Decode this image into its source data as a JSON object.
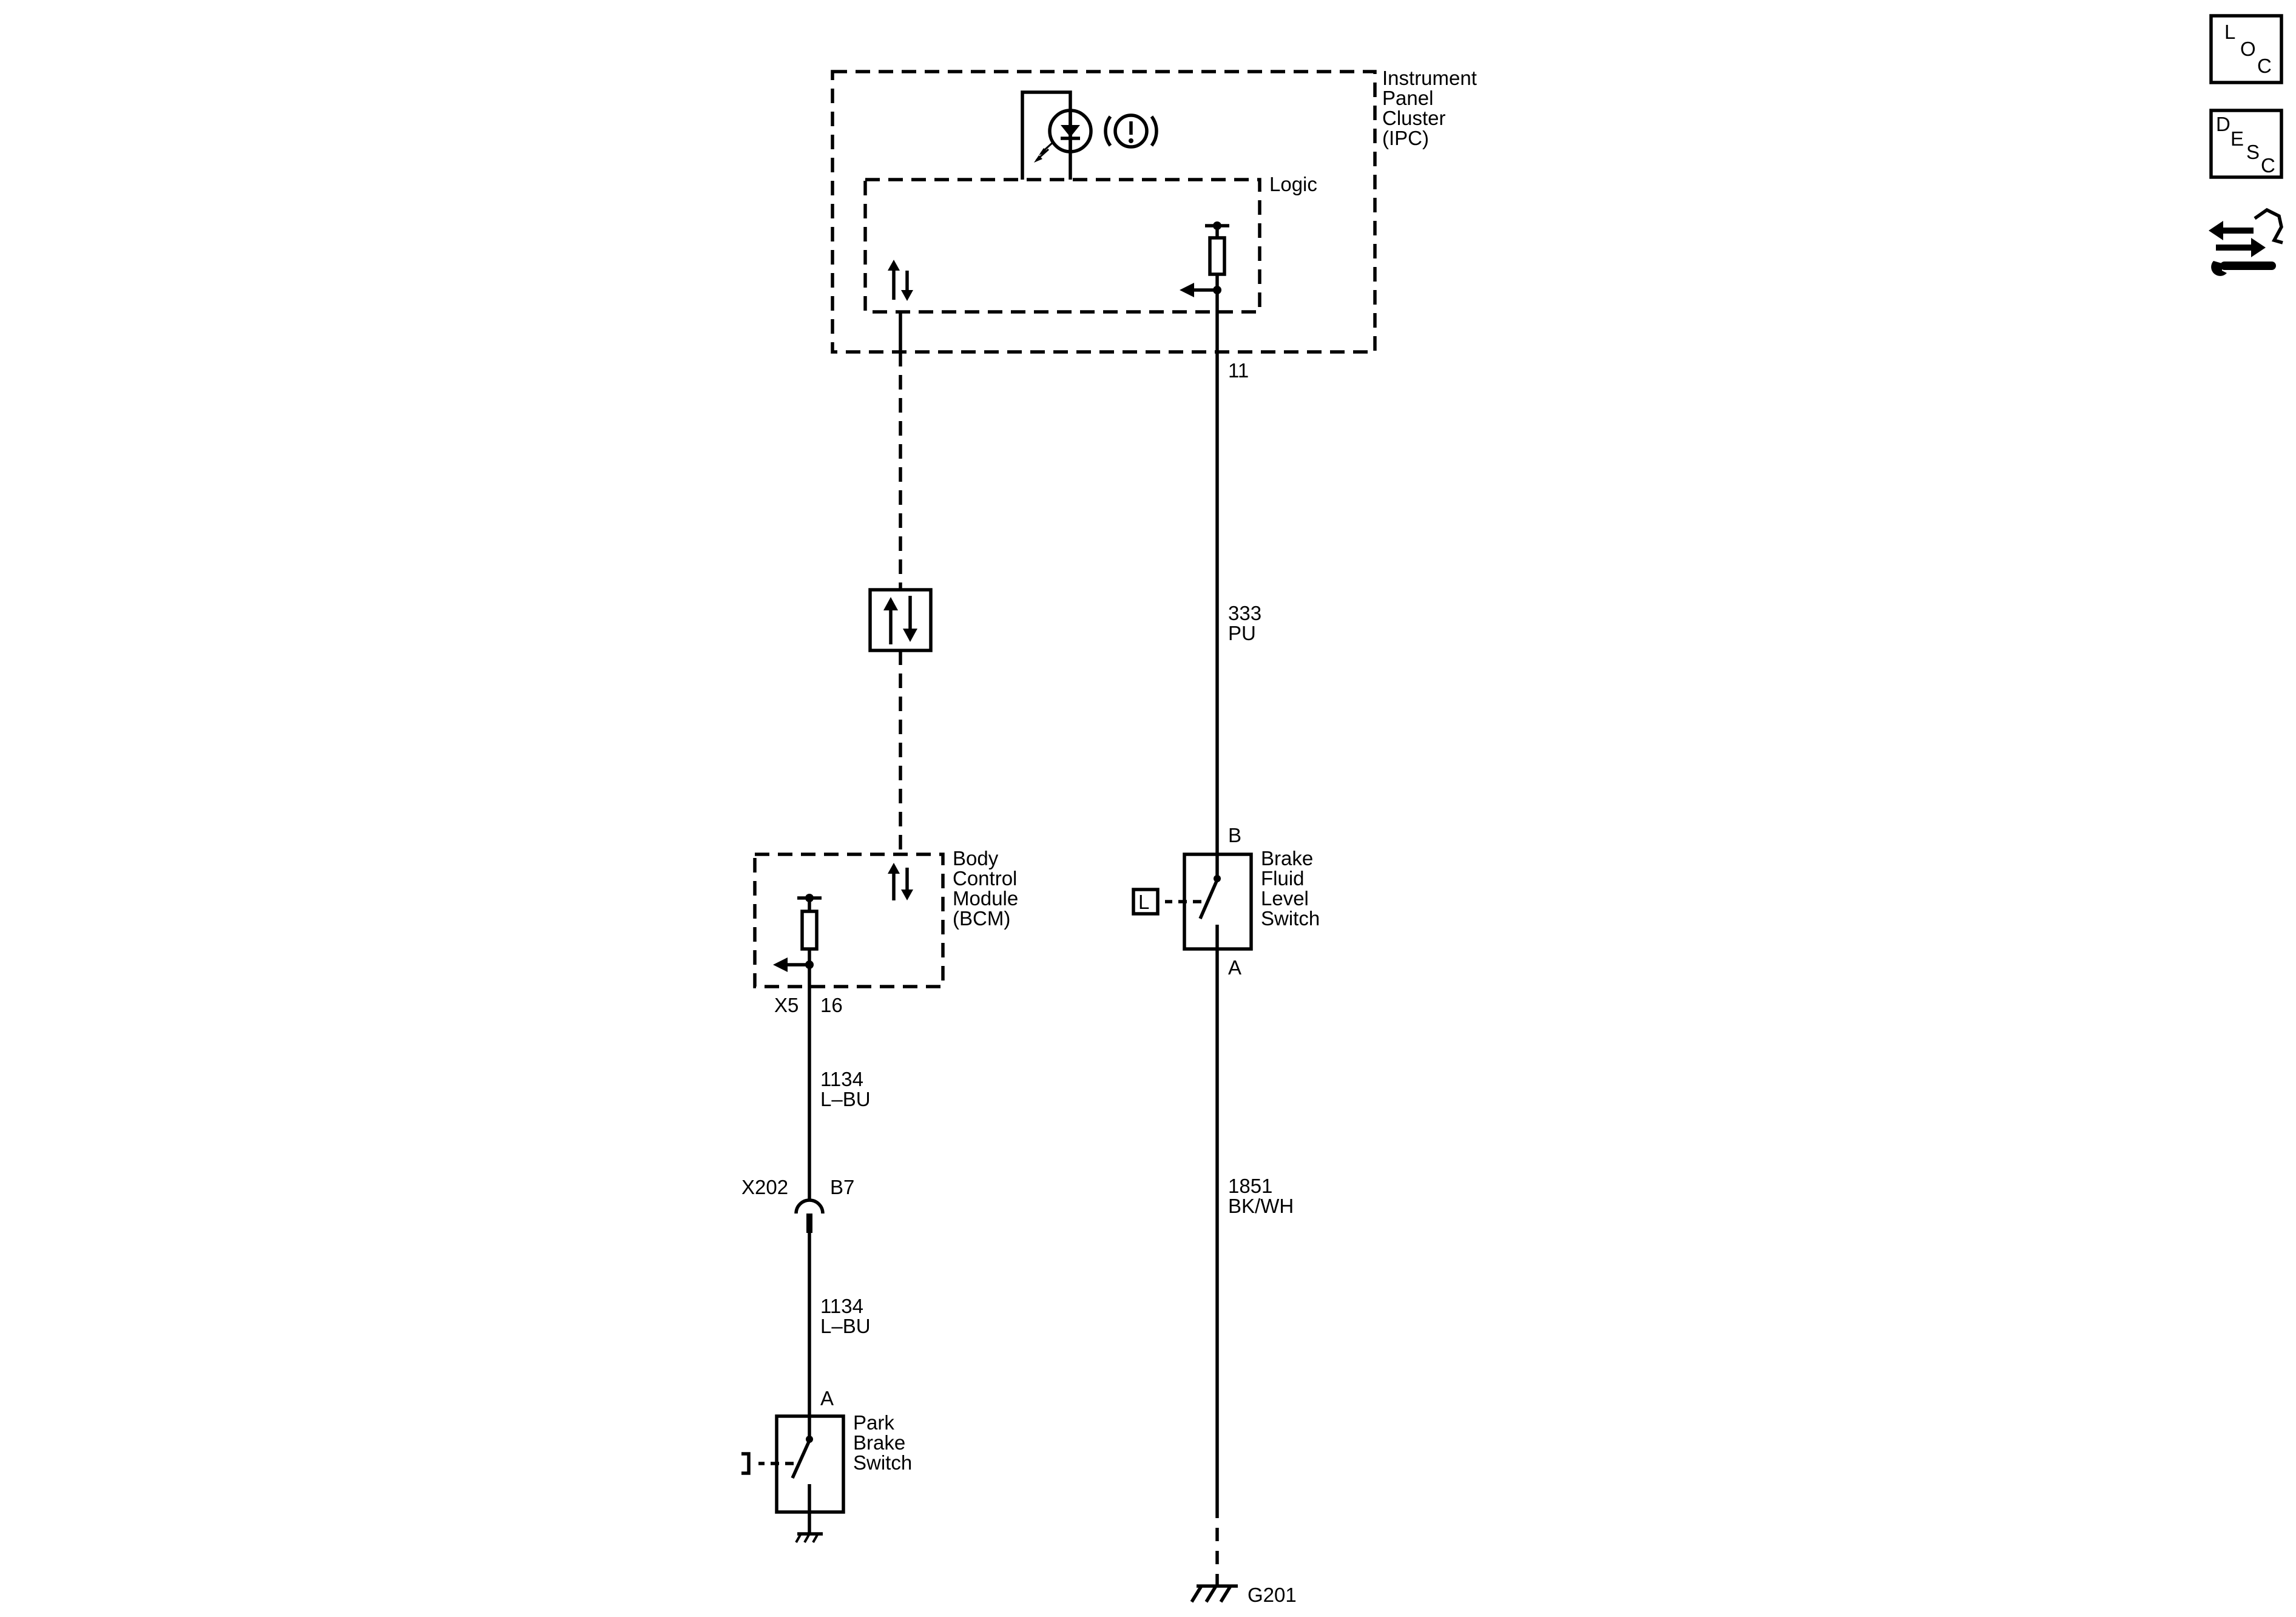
{
  "ipc": {
    "name_lines": [
      "Instrument",
      "Panel",
      "Cluster",
      "(IPC)"
    ],
    "logic_label": "Logic",
    "pin": "11"
  },
  "wire_333": {
    "circuit": "333",
    "color": "PU"
  },
  "brake_fluid_switch": {
    "name_lines": [
      "Brake",
      "Fluid",
      "Level",
      "Switch"
    ],
    "pin_top": "B",
    "pin_bottom": "A",
    "actuator_label": "L"
  },
  "wire_1851": {
    "circuit": "1851",
    "color": "BK/WH"
  },
  "ground_g201": "G201",
  "bcm": {
    "name_lines": [
      "Body",
      "Control",
      "Module",
      "(BCM)"
    ],
    "connector": "X5",
    "pin": "16"
  },
  "wire_1134_upper": {
    "circuit": "1134",
    "color": "L–BU"
  },
  "inline_connector": {
    "name": "X202",
    "pin": "B7"
  },
  "wire_1134_lower": {
    "circuit": "1134",
    "color": "L–BU"
  },
  "park_brake_switch": {
    "name_lines": [
      "Park",
      "Brake",
      "Switch"
    ],
    "pin": "A"
  },
  "side_icons": {
    "loc_letters": [
      "L",
      "O",
      "C"
    ],
    "desc_letters": [
      "D",
      "E",
      "S",
      "C"
    ],
    "tool_icon": "connector-wrench-icon"
  },
  "icons": [
    "warning-lamp-icon",
    "brake-warning-symbol-icon",
    "serial-data-icon",
    "ground-icon"
  ]
}
